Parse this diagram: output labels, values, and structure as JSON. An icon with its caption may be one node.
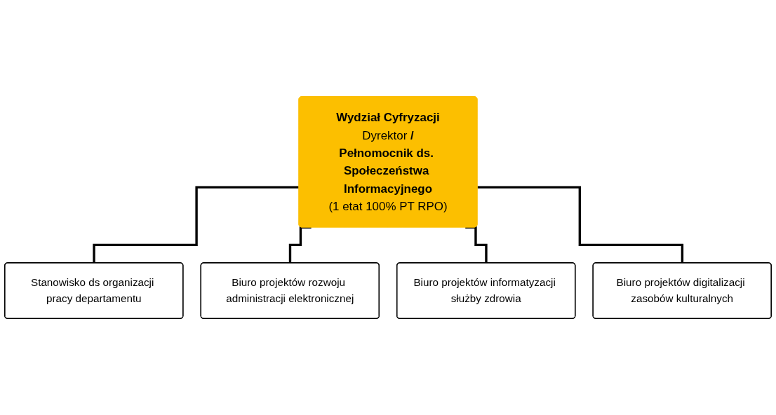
{
  "diagram": {
    "nodes": [
      {
        "text": [
          "**Wydział Cyfryzacji**",
          "Dyrektor **/**",
          "**Pełnomocnik ds. Społeczeństwa Informacyjnego**",
          "(1 etat 100% PT RPO)"
        ]
      },
      {
        "text": [
          "Stanowisko ds organizacji pracy departamentu"
        ]
      },
      {
        "text": [
          "Biuro projektów rozwoju administracji elektronicznej"
        ]
      },
      {
        "text": [
          "Biuro projektów informatyzacji służby zdrowia"
        ]
      },
      {
        "text": [
          "Biuro projektów digitalizacji zasobów kulturalnych"
        ]
      }
    ],
    "edges": [
      {
        "from": 0,
        "to": 1,
        "arrow": "none"
      },
      {
        "from": 0,
        "to": 2,
        "arrow": "none"
      },
      {
        "from": 0,
        "to": 3,
        "arrow": "none"
      },
      {
        "from": 0,
        "to": 4,
        "arrow": "none"
      }
    ]
  }
}
